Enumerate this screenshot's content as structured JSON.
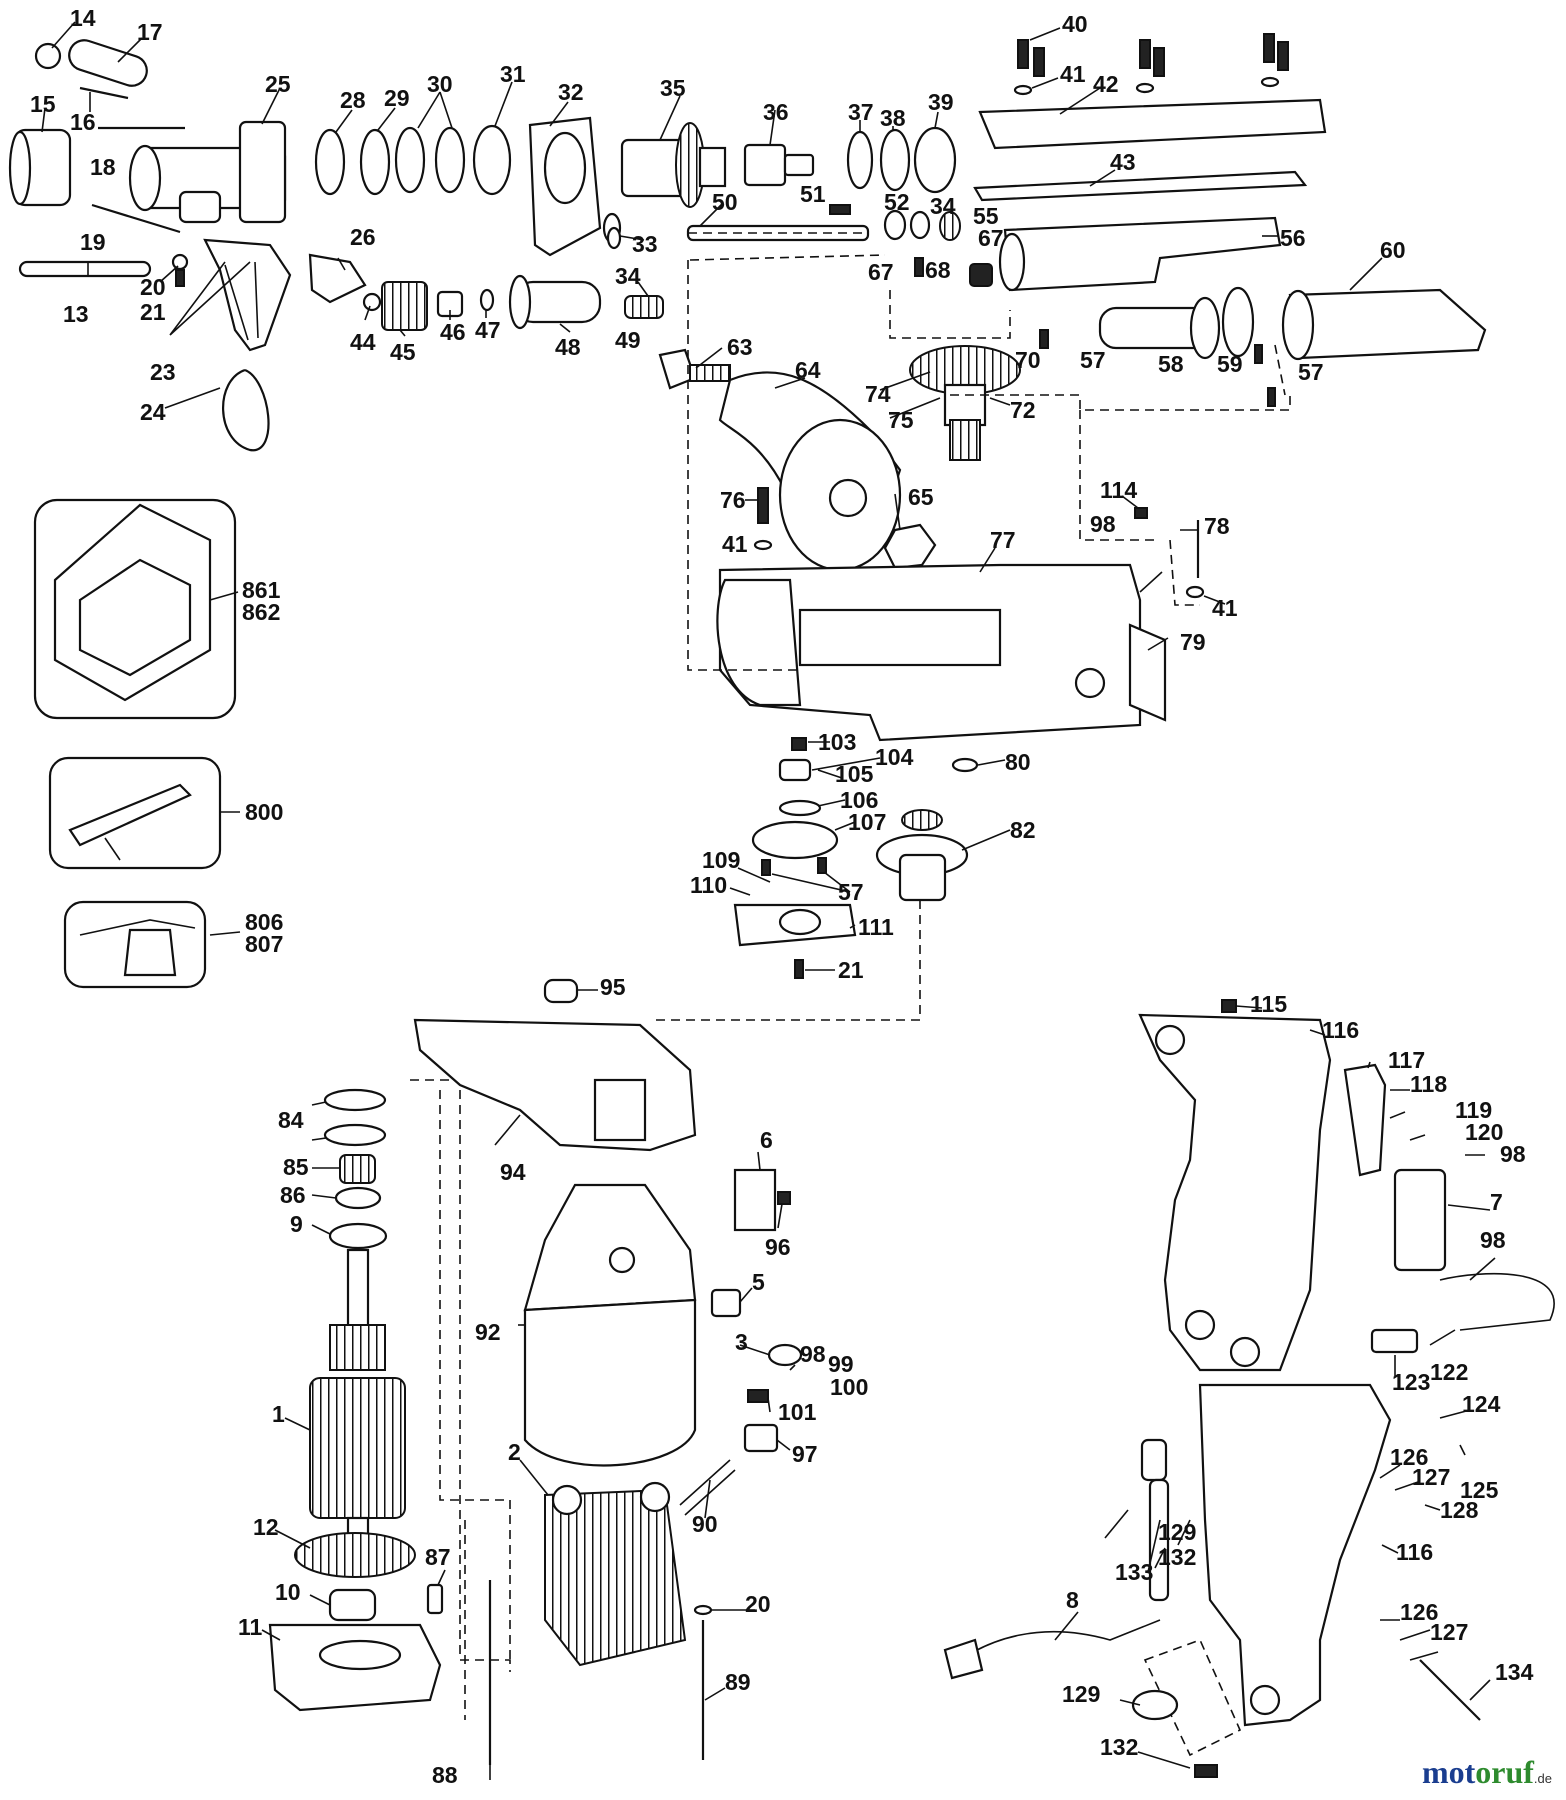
{
  "labels": {
    "p1": "1",
    "p2": "2",
    "p3": "3",
    "p5": "5",
    "p6": "6",
    "p7": "7",
    "p8": "8",
    "p9": "9",
    "p10": "10",
    "p11": "11",
    "p12": "12",
    "p13": "13",
    "p14": "14",
    "p15": "15",
    "p16": "16",
    "p17": "17",
    "p18": "18",
    "p19": "19",
    "p20a": "20",
    "p20b": "20",
    "p21a": "21",
    "p21b": "21",
    "p23": "23",
    "p24": "24",
    "p25": "25",
    "p26": "26",
    "p28": "28",
    "p29": "29",
    "p30": "30",
    "p31": "31",
    "p32": "32",
    "p33": "33",
    "p34a": "34",
    "p34b": "34",
    "p35": "35",
    "p36": "36",
    "p37": "37",
    "p38": "38",
    "p39": "39",
    "p40": "40",
    "p41a": "41",
    "p41b": "41",
    "p41c": "41",
    "p42": "42",
    "p43": "43",
    "p44": "44",
    "p45": "45",
    "p46": "46",
    "p47": "47",
    "p48": "48",
    "p49": "49",
    "p50": "50",
    "p51": "51",
    "p52": "52",
    "p55": "55",
    "p56": "56",
    "p57a": "57",
    "p57b": "57",
    "p57c": "57",
    "p58": "58",
    "p59": "59",
    "p60": "60",
    "p63": "63",
    "p64": "64",
    "p65": "65",
    "p67a": "67",
    "p67b": "67",
    "p68": "68",
    "p70": "70",
    "p72": "72",
    "p74": "74",
    "p75": "75",
    "p76": "76",
    "p77": "77",
    "p78": "78",
    "p79": "79",
    "p80": "80",
    "p82": "82",
    "p84": "84",
    "p85": "85",
    "p86": "86",
    "p87": "87",
    "p88": "88",
    "p89": "89",
    "p90": "90",
    "p92": "92",
    "p94": "94",
    "p95": "95",
    "p96": "96",
    "p97": "97",
    "p98a": "98",
    "p98b": "98",
    "p98c": "98",
    "p98d": "98",
    "p99": "99",
    "p100": "100",
    "p101": "101",
    "p103": "103",
    "p104": "104",
    "p105": "105",
    "p106": "106",
    "p107": "107",
    "p109": "109",
    "p110": "110",
    "p111": "111",
    "p114": "114",
    "p115": "115",
    "p116a": "116",
    "p116b": "116",
    "p117": "117",
    "p118": "118",
    "p119": "119",
    "p120": "120",
    "p122": "122",
    "p123": "123",
    "p124": "124",
    "p125": "125",
    "p126a": "126",
    "p126b": "126",
    "p127a": "127",
    "p127b": "127",
    "p128": "128",
    "p129a": "129",
    "p129b": "129",
    "p132a": "132",
    "p132b": "132",
    "p133": "133",
    "p134": "134",
    "p800": "800",
    "p806": "806",
    "p807": "807",
    "p861": "861",
    "p862": "862"
  },
  "watermark": {
    "m1": "mot",
    "m2": "oruf",
    "m3": "",
    "tld": ".de"
  }
}
